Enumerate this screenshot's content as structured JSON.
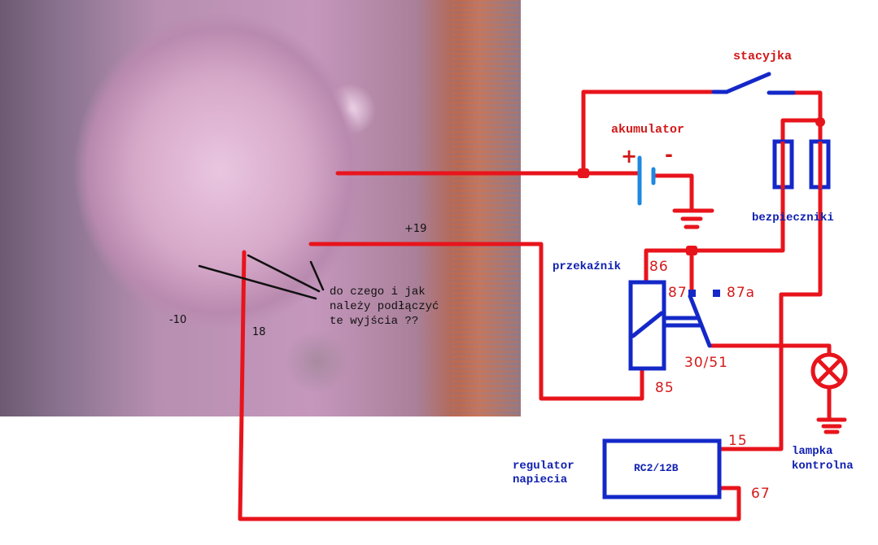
{
  "photo": {
    "subject": "alternator",
    "terminal_labels": {
      "plus19": "+19",
      "minus10": "-10",
      "t18": "18"
    },
    "question": [
      "do czego i jak",
      "należy podłączyć",
      "te wyjścia ??"
    ]
  },
  "diagram": {
    "ignition_switch": {
      "label": "stacyjka"
    },
    "battery": {
      "label": "akumulator",
      "plus": "+",
      "minus": "-"
    },
    "fuses": {
      "label": "bezpieczniki"
    },
    "relay": {
      "label": "przekaźnik",
      "pins": {
        "p86": "86",
        "p87": "87",
        "p87a": "87a",
        "p30_51": "30/51",
        "p85": "85"
      }
    },
    "warning_lamp": {
      "label_line1": "lampka",
      "label_line2": "kontrolna"
    },
    "regulator": {
      "label_line1": "regulator",
      "label_line2": "napiecia",
      "model": "RC2/12B",
      "pins": {
        "p15": "15",
        "p67": "67"
      }
    }
  },
  "colors": {
    "wire": "#e8141c",
    "component": "#1428c8",
    "battery_plate": "#1e88e0",
    "label_red": "#d01818",
    "label_blue": "#1020b0"
  }
}
